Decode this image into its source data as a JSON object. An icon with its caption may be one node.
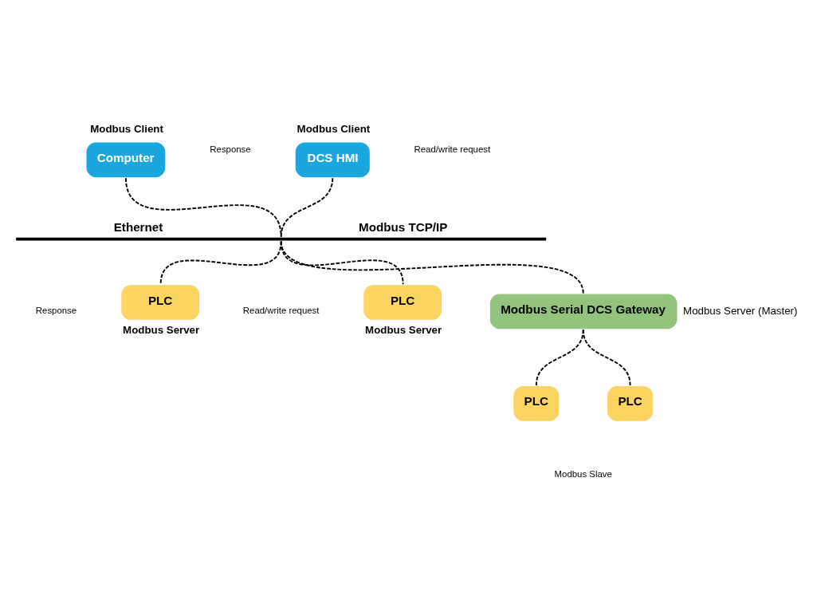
{
  "diagram": {
    "nodes": [
      {
        "text": [
          "Computer"
        ],
        "beside": [
          "Modbus Client"
        ]
      },
      {
        "text": [
          "DCS HMI"
        ],
        "beside": [
          "Modbus Client"
        ]
      },
      {
        "text": [],
        "shape": "bar",
        "beside": [
          "Ethernet",
          "Modbus TCP/IP"
        ]
      },
      {
        "text": [
          "PLC"
        ],
        "beside": [
          "Modbus Server"
        ]
      },
      {
        "text": [
          "PLC"
        ],
        "beside": [
          "Modbus Server"
        ]
      },
      {
        "text": [
          "Modbus Serial DCS Gateway"
        ],
        "beside": [
          "Modbus Server (Master)"
        ]
      },
      {
        "text": [
          "PLC"
        ]
      },
      {
        "text": [
          "PLC"
        ]
      }
    ],
    "edges": [
      {
        "from": 0,
        "to": 2,
        "arrow": "none",
        "style": "dashed"
      },
      {
        "from": 1,
        "to": 2,
        "arrow": "none",
        "style": "dashed"
      },
      {
        "from": 2,
        "to": 3,
        "arrow": "none",
        "style": "dashed"
      },
      {
        "from": 2,
        "to": 4,
        "arrow": "none",
        "style": "dashed"
      },
      {
        "from": 2,
        "to": 5,
        "arrow": "none",
        "style": "dashed"
      },
      {
        "from": 5,
        "to": 6,
        "arrow": "none",
        "style": "dashed"
      },
      {
        "from": 5,
        "to": 7,
        "arrow": "none",
        "style": "dashed"
      }
    ],
    "labels": [
      "Response",
      "Read/write request",
      "Response",
      "Read/write request",
      "Modbus Slave"
    ]
  }
}
